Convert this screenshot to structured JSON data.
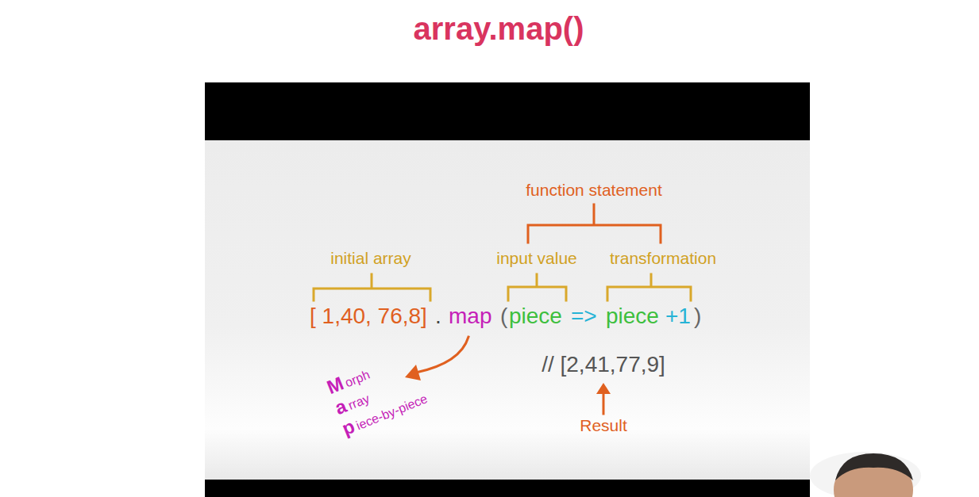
{
  "diagram": {
    "title": "array.map()",
    "labels": [
      "function statement",
      "initial array",
      "input value",
      "transformation",
      "[ 1,40, 76,8]",
      ".",
      "map",
      "(",
      "piece",
      "=>",
      "piece",
      "+1",
      ")",
      "// [2,41,77,9]",
      "Result",
      "M",
      "orph",
      "a",
      "rray",
      "p",
      "iece-by-piece"
    ]
  }
}
